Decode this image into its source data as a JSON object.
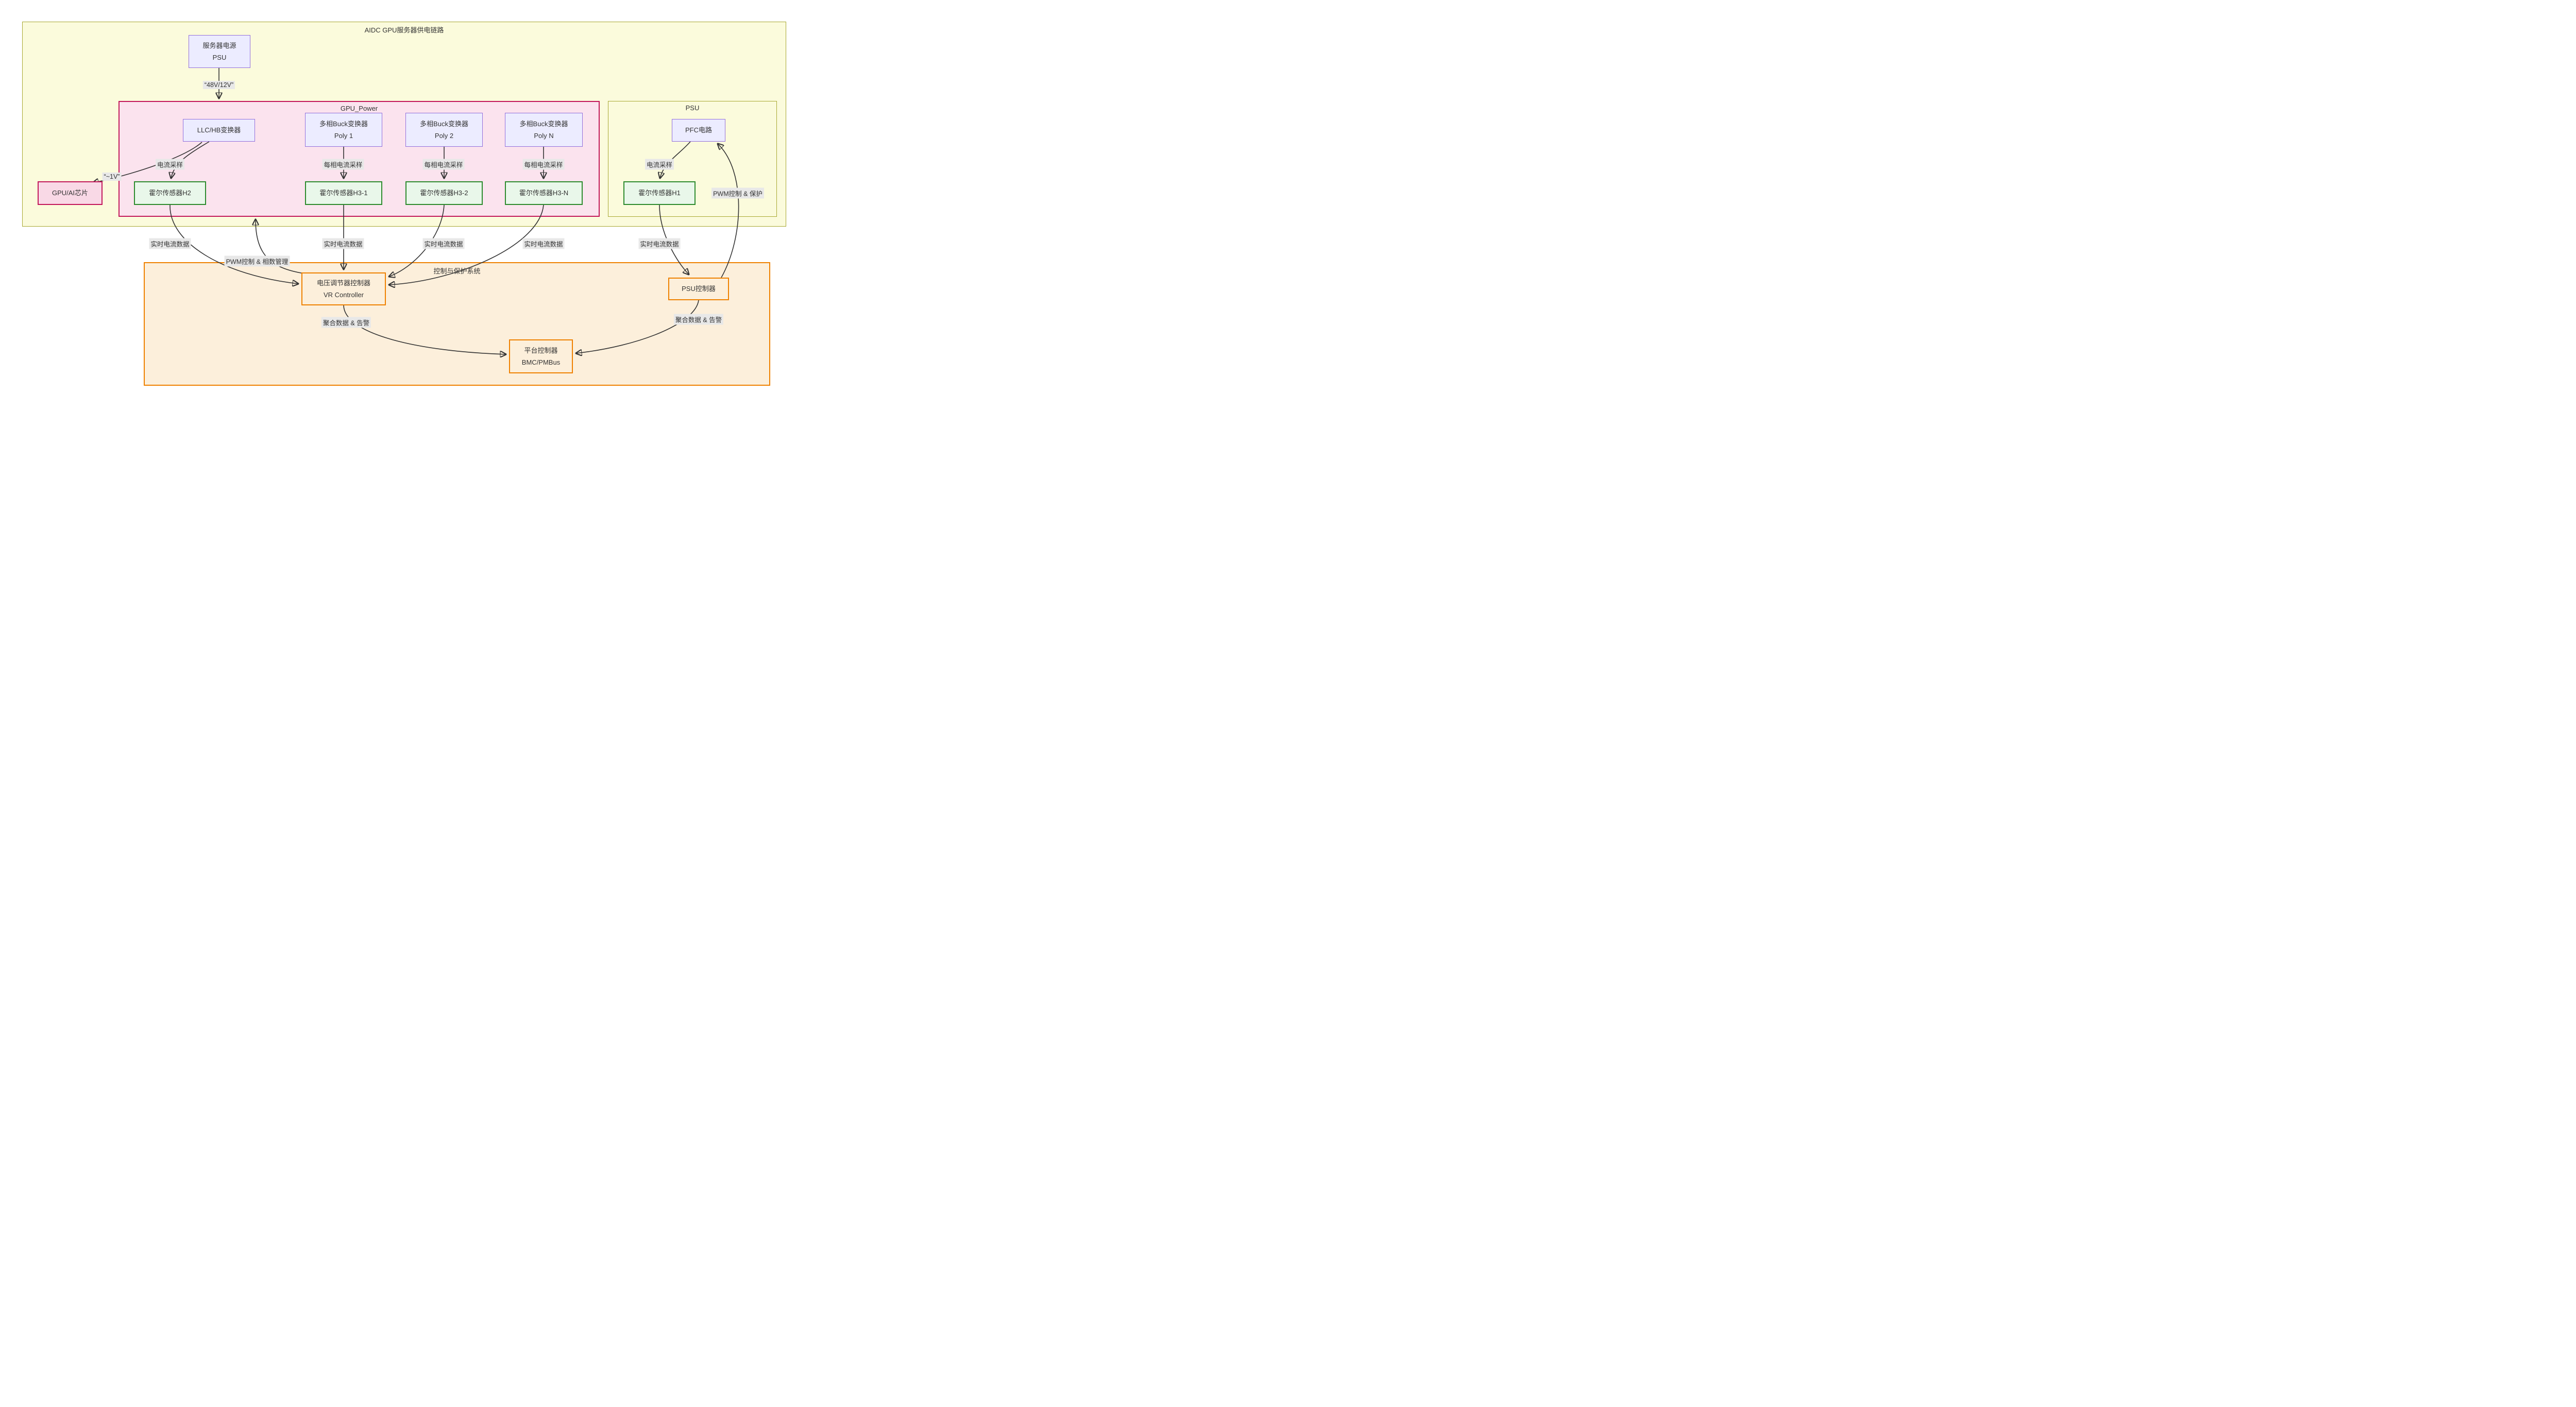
{
  "diagram": {
    "title": "AIDC GPU服务器供电链路",
    "subgraphs": {
      "gpu_power": "GPU_Power",
      "psu": "PSU",
      "control": "控制与保护系统"
    },
    "nodes": {
      "server_psu": {
        "line1": "服务器电源",
        "line2": "PSU"
      },
      "llc": "LLC/HB变换器",
      "poly1": {
        "line1": "多相Buck变换器",
        "line2": "Poly 1"
      },
      "poly2": {
        "line1": "多相Buck变换器",
        "line2": "Poly 2"
      },
      "polyn": {
        "line1": "多相Buck变换器",
        "line2": "Poly N"
      },
      "hall_h2": "霍尔传感器H2",
      "hall_h31": "霍尔传感器H3-1",
      "hall_h32": "霍尔传感器H3-2",
      "hall_h3n": "霍尔传感器H3-N",
      "gpu_chip": "GPU/AI芯片",
      "pfc": "PFC电路",
      "hall_h1": "霍尔传感器H1",
      "vr": {
        "line1": "电压调节器控制器",
        "line2": "VR Controller"
      },
      "psu_ctrl": "PSU控制器",
      "platform": {
        "line1": "平台控制器",
        "line2": "BMC/PMBus"
      }
    },
    "edge_labels": {
      "bus_48v": "“48V/12V”",
      "v1": "“~1V”",
      "current_sample_llc": "电流采样",
      "per_phase_1": "每相电流采样",
      "per_phase_2": "每相电流采样",
      "per_phase_n": "每相电流采样",
      "current_sample_pfc": "电流采样",
      "pwm_protect": "PWM控制 & 保护",
      "rt_h2": "实时电流数据",
      "rt_h31": "实时电流数据",
      "rt_h32": "实时电流数据",
      "rt_h3n": "实时电流数据",
      "rt_h1": "实时电流数据",
      "pwm_phase": "PWM控制 & 相数管理",
      "agg_vr": "聚合数据 & 告警",
      "agg_psu": "聚合数据 & 告警"
    },
    "colors": {
      "yellow_fill": "#fbfbdc",
      "yellow_stroke": "#a8a832",
      "pink_fill": "#fbe3ee",
      "pink_stroke": "#c2185b",
      "lavender_fill": "#ececff",
      "lavender_stroke": "#9370db",
      "green_fill": "#e9f7ea",
      "green_stroke": "#2e8b2e",
      "orange_fill": "#fcefdb",
      "orange_stroke": "#ef8100",
      "gpu_chip_fill": "#f9d9e6",
      "edge": "#333333",
      "label_bg": "#e8e8e8"
    }
  }
}
